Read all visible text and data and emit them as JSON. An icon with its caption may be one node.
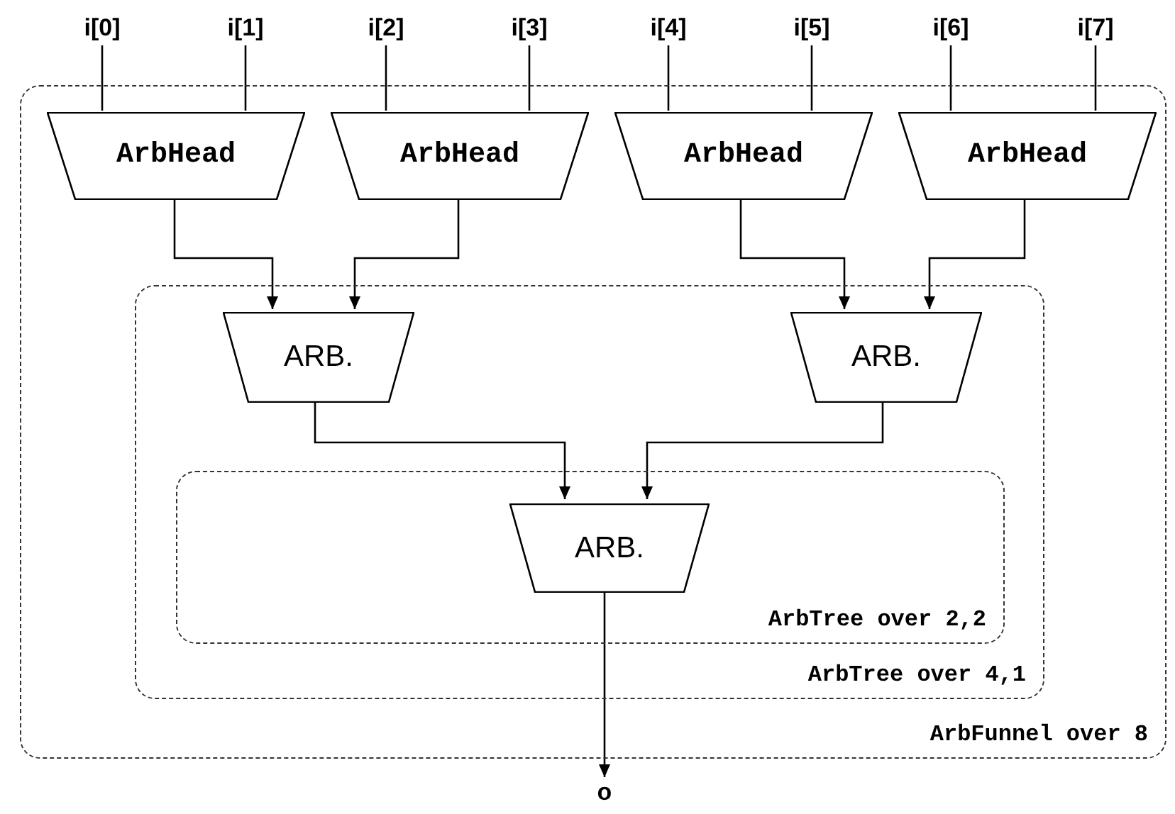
{
  "diagram": {
    "nodes": [
      {
        "text": [
          "i[0]"
        ]
      },
      {
        "text": [
          "i[1]"
        ]
      },
      {
        "text": [
          "i[2]"
        ]
      },
      {
        "text": [
          "i[3]"
        ]
      },
      {
        "text": [
          "i[4]"
        ]
      },
      {
        "text": [
          "i[5]"
        ]
      },
      {
        "text": [
          "i[6]"
        ]
      },
      {
        "text": [
          "i[7]"
        ]
      },
      {
        "text": [
          "ArbFunnel over 8"
        ]
      },
      {
        "text": [
          "ArbHead"
        ],
        "in": 8
      },
      {
        "text": [
          "ArbHead"
        ],
        "in": 8
      },
      {
        "text": [
          "ArbHead"
        ],
        "in": 8
      },
      {
        "text": [
          "ArbHead"
        ],
        "in": 8
      },
      {
        "text": [
          "ArbTree over 4,1"
        ],
        "in": 8
      },
      {
        "text": [
          "ARB."
        ],
        "in": 13
      },
      {
        "text": [
          "ARB."
        ],
        "in": 13
      },
      {
        "text": [
          "ArbTree over 2,2"
        ],
        "in": 13
      },
      {
        "text": [
          "ARB."
        ],
        "in": 16
      },
      {
        "text": [
          "o"
        ]
      }
    ],
    "edges": [
      {
        "from": 0,
        "to": 9,
        "arrow": "none"
      },
      {
        "from": 1,
        "to": 9,
        "arrow": "none"
      },
      {
        "from": 2,
        "to": 10,
        "arrow": "none"
      },
      {
        "from": 3,
        "to": 10,
        "arrow": "none"
      },
      {
        "from": 4,
        "to": 11,
        "arrow": "none"
      },
      {
        "from": 5,
        "to": 11,
        "arrow": "none"
      },
      {
        "from": 6,
        "to": 12,
        "arrow": "none"
      },
      {
        "from": 7,
        "to": 12,
        "arrow": "none"
      },
      {
        "from": 9,
        "to": 14,
        "arrow": "to"
      },
      {
        "from": 10,
        "to": 14,
        "arrow": "to"
      },
      {
        "from": 11,
        "to": 15,
        "arrow": "to"
      },
      {
        "from": 12,
        "to": 15,
        "arrow": "to"
      },
      {
        "from": 14,
        "to": 17,
        "arrow": "to"
      },
      {
        "from": 15,
        "to": 17,
        "arrow": "to"
      },
      {
        "from": 17,
        "to": 18,
        "arrow": "to"
      }
    ]
  }
}
